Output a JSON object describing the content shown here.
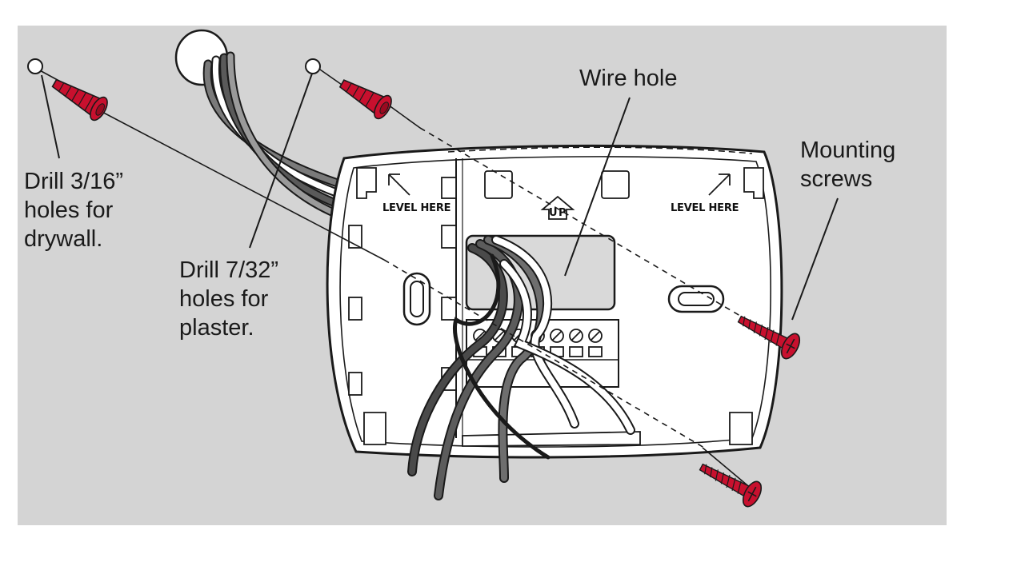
{
  "labels": {
    "drywall": [
      "Drill 3/16”",
      "holes for",
      "drywall."
    ],
    "plaster": [
      "Drill 7/32”",
      "holes for",
      "plaster."
    ],
    "wire_hole": "Wire hole",
    "mounting_screws": [
      "Mounting",
      "screws"
    ]
  },
  "plate": {
    "level_left": "LEVEL HERE",
    "level_right": "LEVEL HERE",
    "up": "UP"
  },
  "colors": {
    "background_panel": "#d4d4d4",
    "plate": "#ffffff",
    "outline": "#1a1a1a",
    "anchor_red": "#c8102e",
    "wire_dark": "#4a4a4a",
    "wire_gray": "#8a8a8a"
  },
  "icons": {
    "anchor": "wall-anchor-icon",
    "screw": "mounting-screw-icon",
    "wire": "wire-bundle-icon"
  }
}
